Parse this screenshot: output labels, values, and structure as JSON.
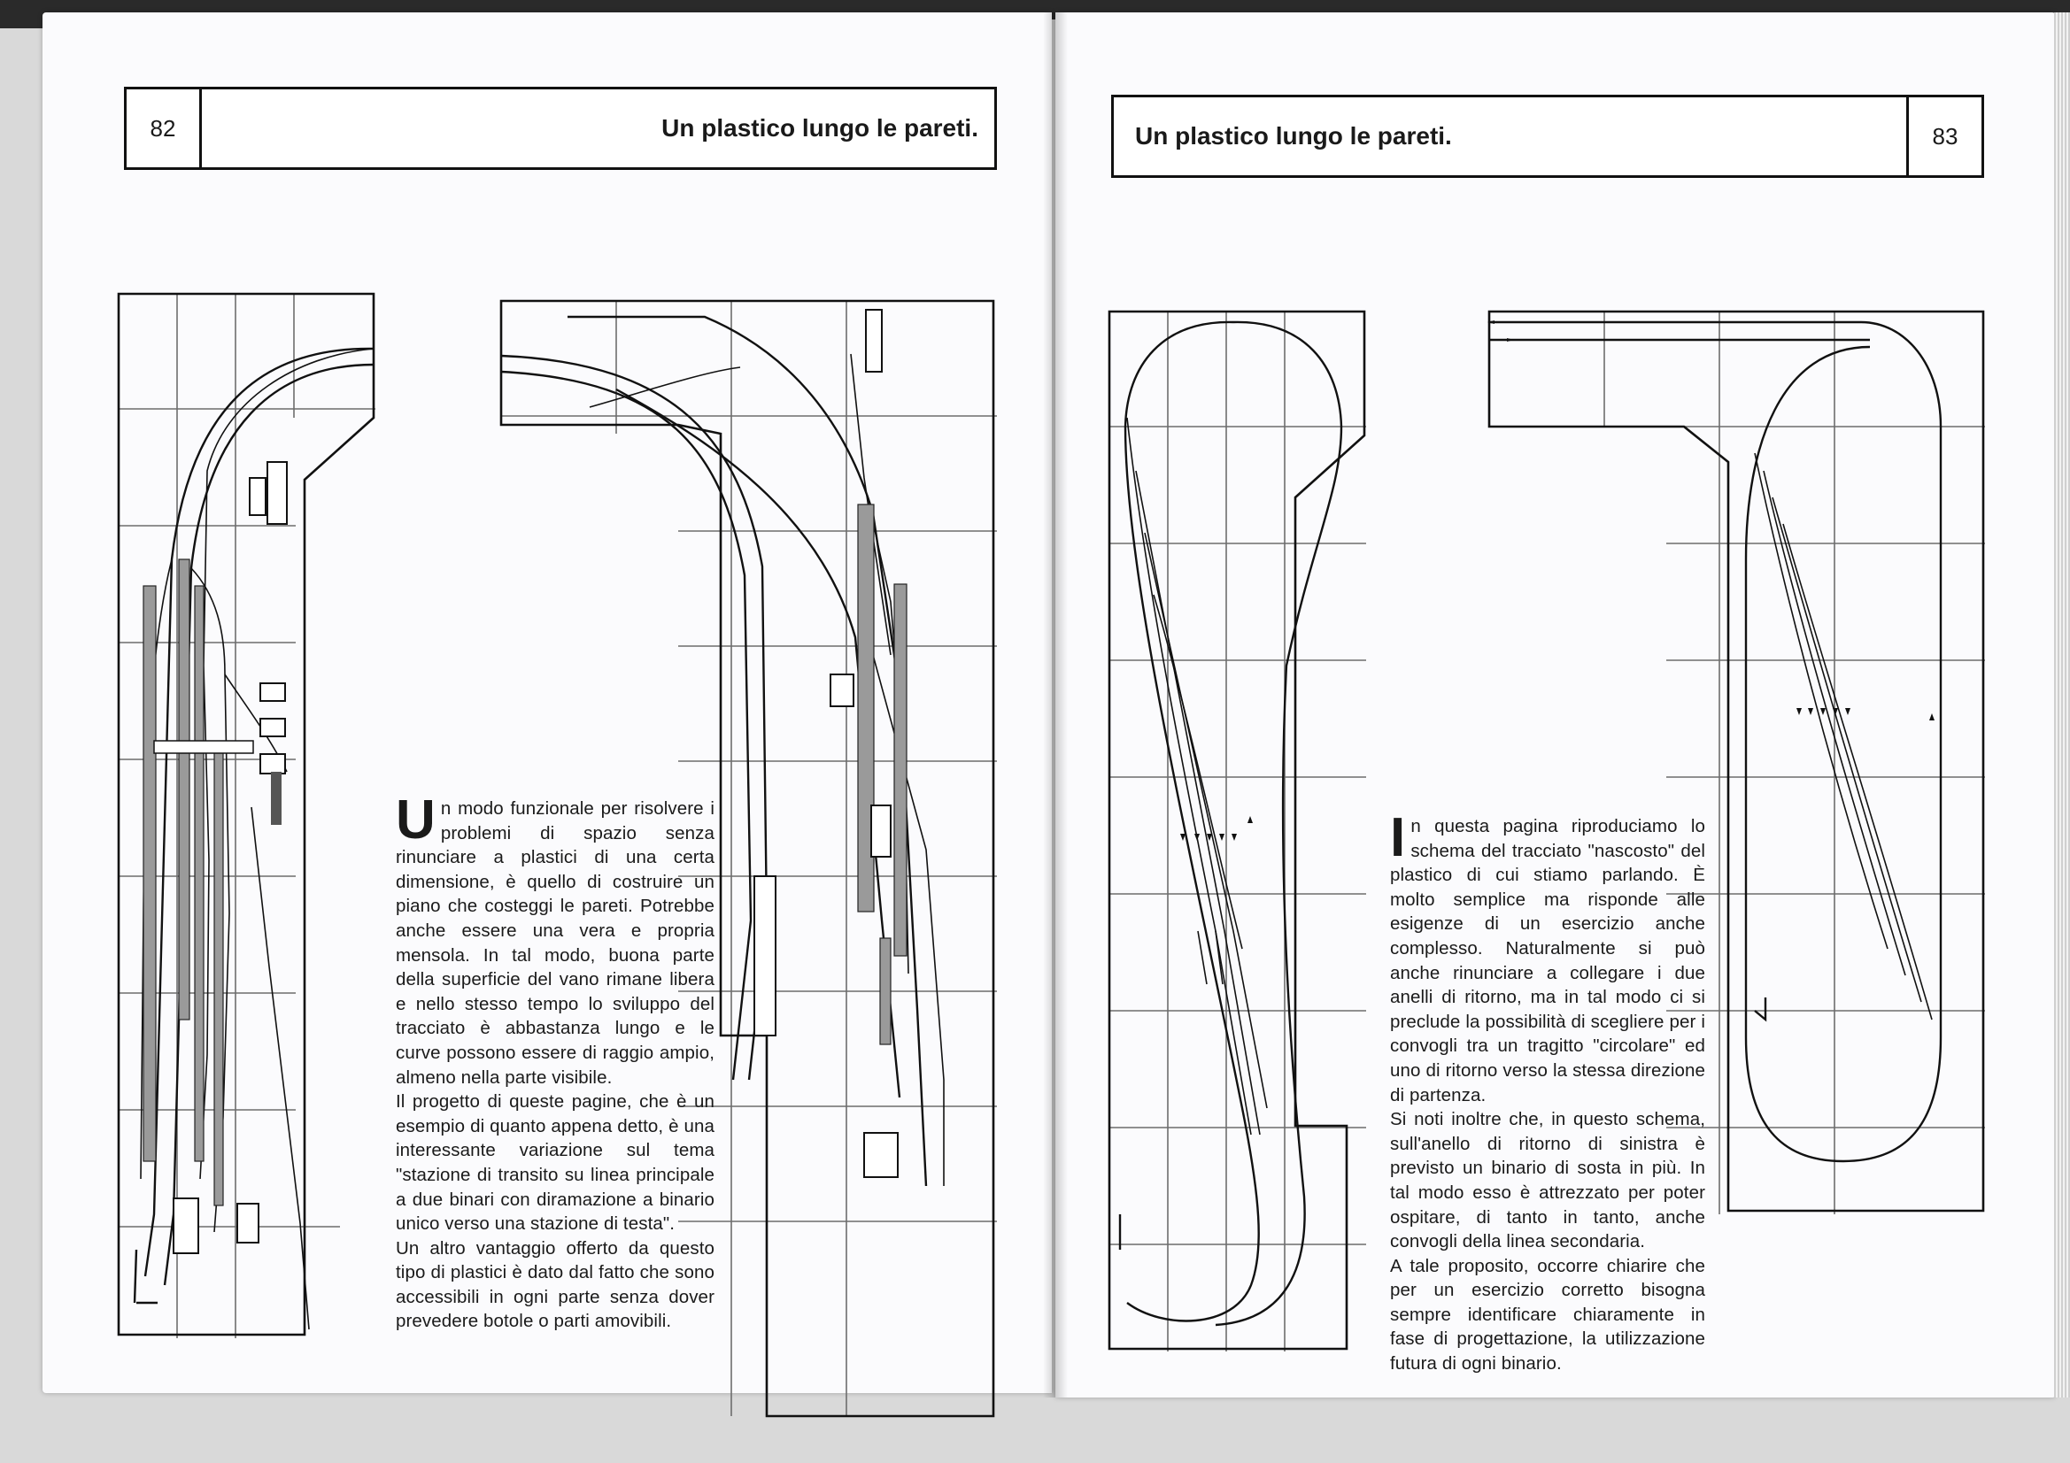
{
  "left_page": {
    "page_number": "82",
    "title": "Un plastico lungo le pareti.",
    "dropcap": "U",
    "body_first": "n modo funzionale per risolvere i problemi di spazio senza rinunciare a plastici di una certa dimensione, è quello di costruire un piano che costeggi le pareti. Potrebbe anche essere una vera e propria mensola. In tal modo, buona parte della superficie del vano rimane libera e nello stesso tempo lo sviluppo del tracciato è abbastanza lungo e le curve possono essere di raggio ampio, almeno nella parte visibile.",
    "body_second": "Il progetto di queste pagine, che è un esempio di quanto appena detto, è una interessante variazione sul tema \"stazione di transito su linea principale a due binari con diramazione a binario unico verso una stazione di testa\".",
    "body_third": "Un altro vantaggio offerto da questo tipo di plastici è dato dal fatto che sono accessibili in ogni parte senza dover prevedere botole o parti amovibili."
  },
  "right_page": {
    "page_number": "83",
    "title": "Un plastico lungo le pareti.",
    "dropcap": "I",
    "body_first": "n questa pagina riproduciamo lo schema del tracciato \"nascosto\" del plastico di cui stiamo parlando. È molto semplice ma risponde alle esigenze di un esercizio anche complesso. Naturalmente si può anche rinunciare a collegare i due anelli di ritorno, ma in tal modo ci si preclude la possibilità di scegliere per i convogli tra un tragitto \"circolare\" ed uno di ritorno verso la stessa direzione di partenza.",
    "body_second": "Si noti inoltre che, in questo schema, sull'anello di ritorno di sinistra è previsto un binario di sosta in più. In tal modo esso è attrezzato per poter ospitare, di tanto in tanto, anche convogli della linea secondaria.",
    "body_third": "A tale proposito, occorre chiarire che per un esercizio corretto bisogna sempre identificare chiaramente in fase di progettazione, la utilizzazione futura di ogni binario."
  },
  "colors": {
    "paper": "#fbfbfd",
    "ink": "#111111",
    "grid": "#6d6d6d",
    "platform": "#9a9a9a"
  }
}
